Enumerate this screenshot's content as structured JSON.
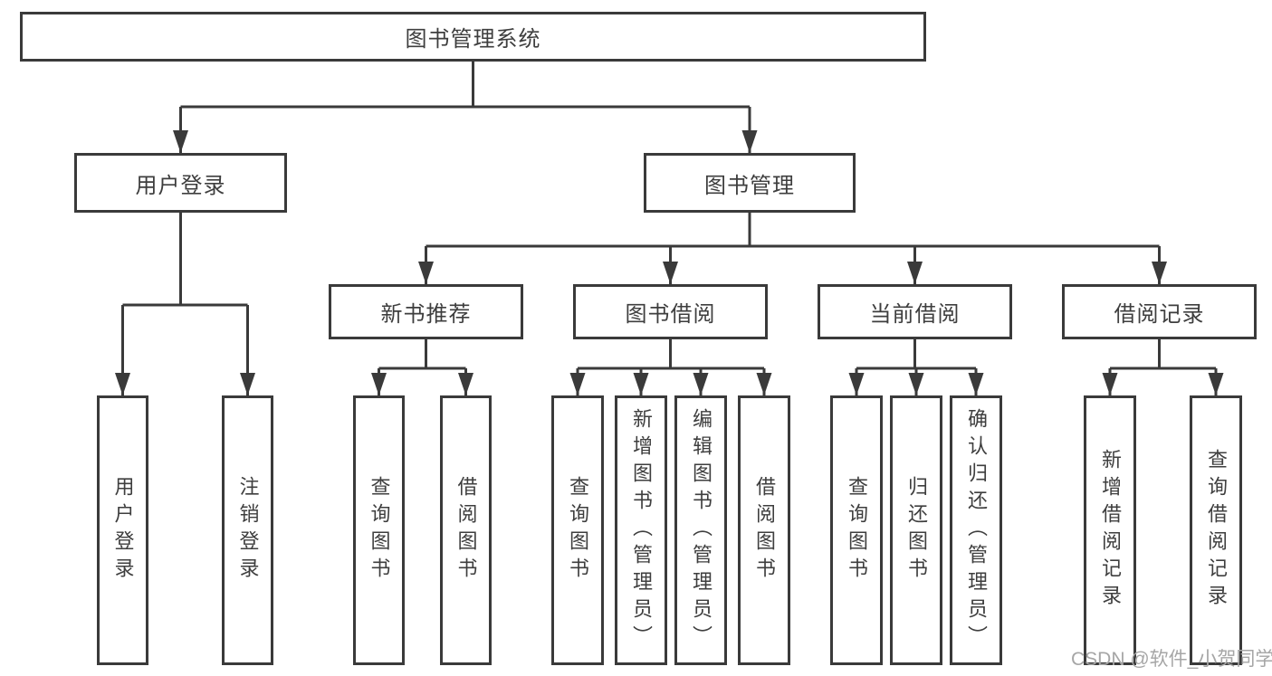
{
  "diagram": {
    "root": {
      "label": "图书管理系统"
    },
    "level2": [
      {
        "label": "用户登录"
      },
      {
        "label": "图书管理"
      }
    ],
    "level3": [
      {
        "label": "新书推荐"
      },
      {
        "label": "图书借阅"
      },
      {
        "label": "当前借阅"
      },
      {
        "label": "借阅记录"
      }
    ],
    "user_login_children": [
      {
        "label": "用户登录"
      },
      {
        "label": "注销登录"
      }
    ],
    "new_book_children": [
      {
        "label": "查询图书"
      },
      {
        "label": "借阅图书"
      }
    ],
    "book_borrow_children": [
      {
        "label": "查询图书"
      },
      {
        "label": "新增图书（管理员）"
      },
      {
        "label": "编辑图书（管理员）"
      },
      {
        "label": "借阅图书"
      }
    ],
    "current_borrow_children": [
      {
        "label": "查询图书"
      },
      {
        "label": "归还图书"
      },
      {
        "label": "确认归还（管理员）"
      }
    ],
    "borrow_record_children": [
      {
        "label": "新增借阅记录"
      },
      {
        "label": "查询借阅记录"
      }
    ]
  },
  "watermark": {
    "text": "CSDN @软件_小贺同学"
  },
  "colors": {
    "line": "#3a3a3a",
    "text": "#3e3e3e",
    "watermark": "#a6a6a6",
    "background": "#ffffff"
  }
}
